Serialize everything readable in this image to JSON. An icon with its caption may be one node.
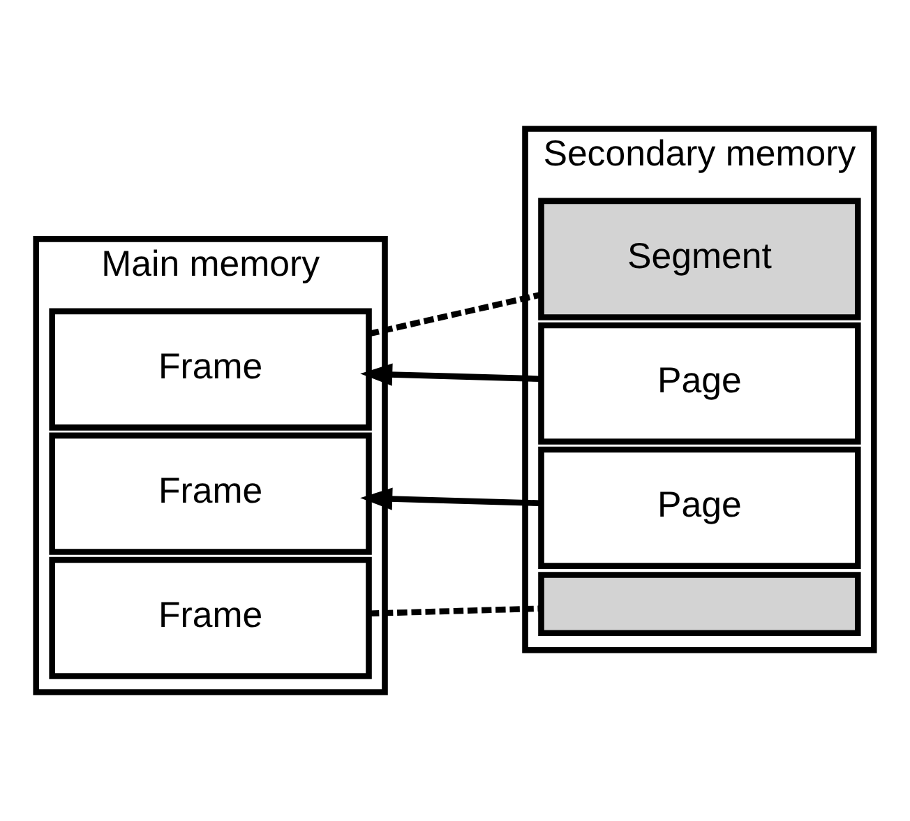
{
  "diagram": {
    "nodes": [
      {
        "text": [
          "Main memory"
        ]
      },
      {
        "text": [
          "Frame"
        ],
        "in": 0
      },
      {
        "text": [
          "Frame"
        ],
        "in": 0
      },
      {
        "text": [
          "Frame"
        ],
        "in": 0
      },
      {
        "text": [
          "Secondary memory"
        ]
      },
      {
        "text": [
          "Segment"
        ],
        "in": 4
      },
      {
        "text": [
          "Page"
        ],
        "in": 4
      },
      {
        "text": [
          "Page"
        ],
        "in": 4
      },
      {
        "text": [],
        "shape": "box",
        "in": 4
      }
    ],
    "edges": [
      {
        "from": 1,
        "to": 5,
        "arrow": "none",
        "style": "dashed"
      },
      {
        "from": 6,
        "to": 2,
        "arrow": "to"
      },
      {
        "from": 7,
        "to": 1,
        "arrow": "to"
      },
      {
        "from": 3,
        "to": 8,
        "arrow": "none",
        "style": "dashed"
      }
    ]
  }
}
